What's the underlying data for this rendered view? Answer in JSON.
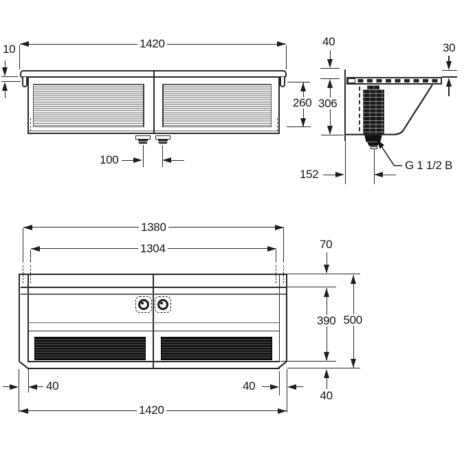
{
  "drawing": {
    "front_view": {
      "overall_width": "1420",
      "rim_lip_height": "10",
      "basin_depth": "260",
      "drain_spacing": "100"
    },
    "side_view": {
      "bracket_to_rim": "40",
      "rim_front_height": "30",
      "overall_depth_height": "306",
      "wall_to_drain": "152",
      "drain_connection": "G 1 1/2 B"
    },
    "plan_view": {
      "fixing_centres_width": "1380",
      "inner_width": "1304",
      "back_ledge_depth": "70",
      "basin_inner_depth": "390",
      "overall_depth": "500",
      "left_rim_width": "40",
      "right_rim_width": "40",
      "front_apron_depth": "40",
      "overall_width": "1420"
    },
    "line_color": "#272727"
  }
}
